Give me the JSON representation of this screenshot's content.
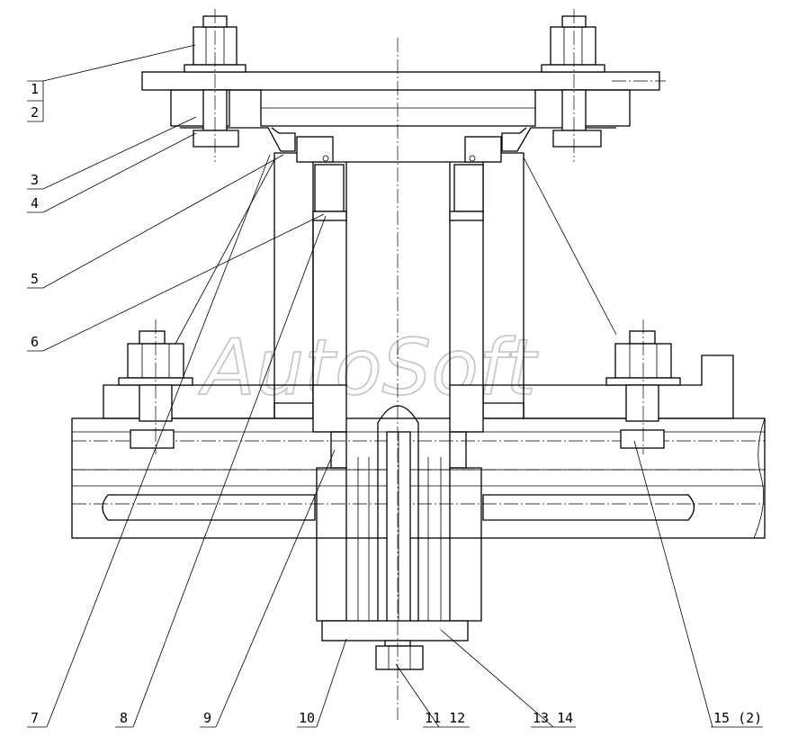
{
  "watermark": "AutoSoft",
  "labels": {
    "p1": "1",
    "p2": "2",
    "p3": "3",
    "p4": "4",
    "p5": "5",
    "p6": "6",
    "p7": "7",
    "p8": "8",
    "p9": "9",
    "p10": "10",
    "p11_12": "11 12",
    "p13_14": "13 14",
    "p15": "15 (2)"
  },
  "colors": {
    "line": "#000000",
    "background": "#ffffff",
    "watermark": "#c9c9c9"
  }
}
